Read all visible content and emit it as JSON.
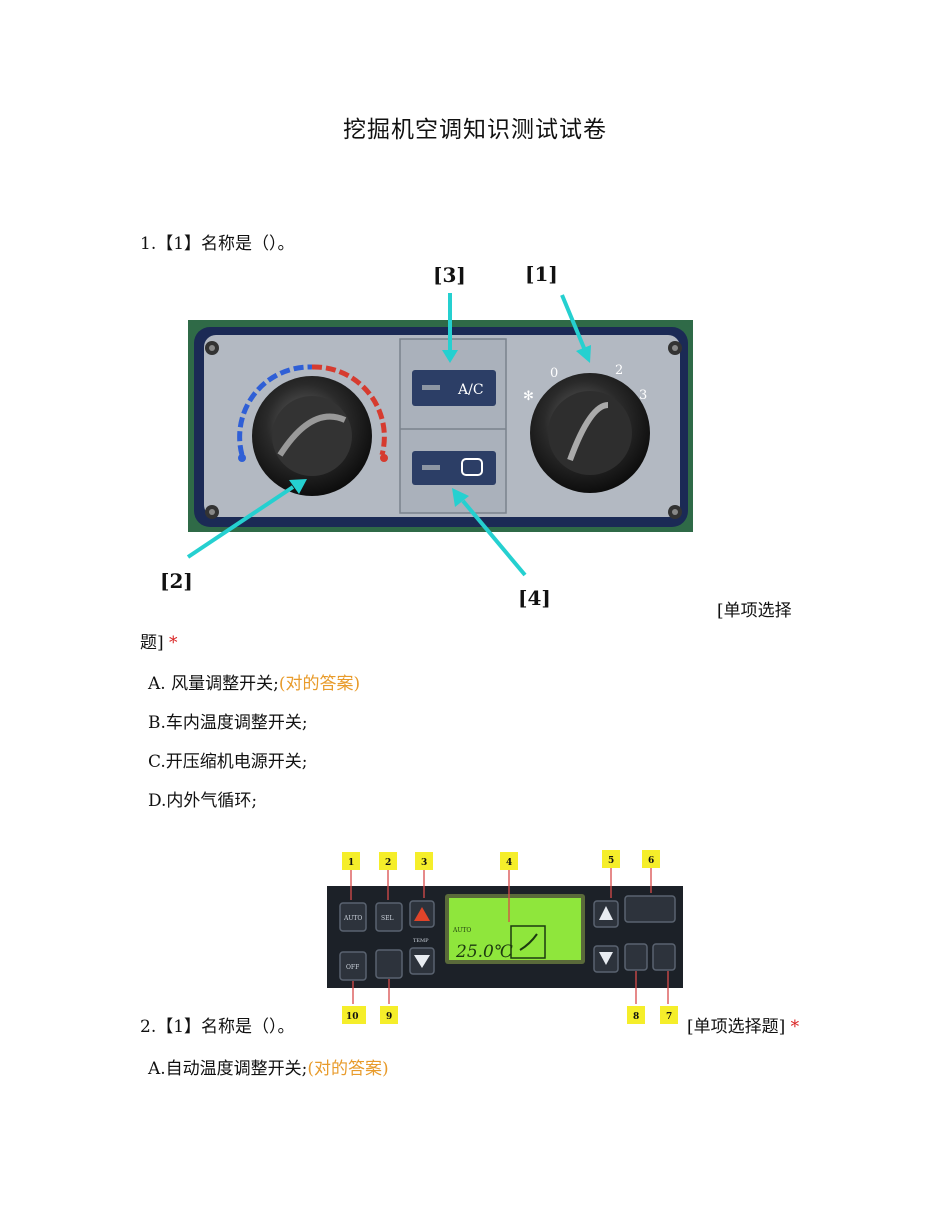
{
  "doc": {
    "title": "挖掘机空调知识测试试卷"
  },
  "q1": {
    "text": "1.【1】名称是（）。",
    "type_line1": "[单项选择",
    "type_line2": "题]",
    "star": "*",
    "image": {
      "labels": [
        "[3]",
        "[1]",
        "[2]",
        "[4]"
      ],
      "ac_label": "A/C",
      "dial_marks": [
        "0",
        "2",
        "3"
      ]
    },
    "options": [
      {
        "text": "A. 风量调整开关;",
        "answer": "(对的答案)"
      },
      {
        "text": "B.车内温度调整开关;"
      },
      {
        "text": "C.开压缩机电源开关;"
      },
      {
        "text": "D.内外气循环;"
      }
    ]
  },
  "q2": {
    "text": "2.【1】名称是（）。",
    "type": "[单项选择题]",
    "star": "*",
    "image": {
      "tags": [
        "1",
        "2",
        "3",
        "4",
        "5",
        "6",
        "10",
        "9",
        "8",
        "7"
      ],
      "btn_auto": "AUTO",
      "btn_sel": "SEL",
      "btn_off": "OFF",
      "temp_label": "TEMP",
      "lcd_auto": "AUTO",
      "lcd_temp": "25.0℃"
    },
    "options": [
      {
        "text": "A.自动温度调整开关;",
        "answer": "(对的答案)"
      }
    ]
  }
}
